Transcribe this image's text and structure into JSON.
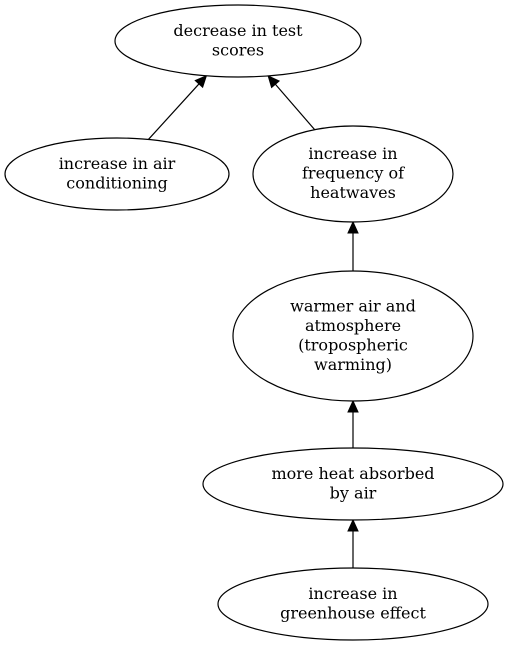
{
  "nodes": [
    {
      "id": "test_scores",
      "lines": [
        "decrease in test",
        "scores"
      ]
    },
    {
      "id": "air_conditioning",
      "lines": [
        "increase in air",
        "conditioning"
      ]
    },
    {
      "id": "heatwaves",
      "lines": [
        "increase in",
        "frequency of",
        "heatwaves"
      ]
    },
    {
      "id": "warmer_air",
      "lines": [
        "warmer air and",
        "atmosphere",
        "(tropospheric",
        "warming)"
      ]
    },
    {
      "id": "heat_absorbed",
      "lines": [
        "more heat absorbed",
        "by air"
      ]
    },
    {
      "id": "greenhouse",
      "lines": [
        "increase in",
        "greenhouse effect"
      ]
    }
  ],
  "edges": [
    {
      "from": "air_conditioning",
      "to": "test_scores"
    },
    {
      "from": "heatwaves",
      "to": "test_scores"
    },
    {
      "from": "warmer_air",
      "to": "heatwaves"
    },
    {
      "from": "heat_absorbed",
      "to": "warmer_air"
    },
    {
      "from": "greenhouse",
      "to": "heat_absorbed"
    }
  ]
}
